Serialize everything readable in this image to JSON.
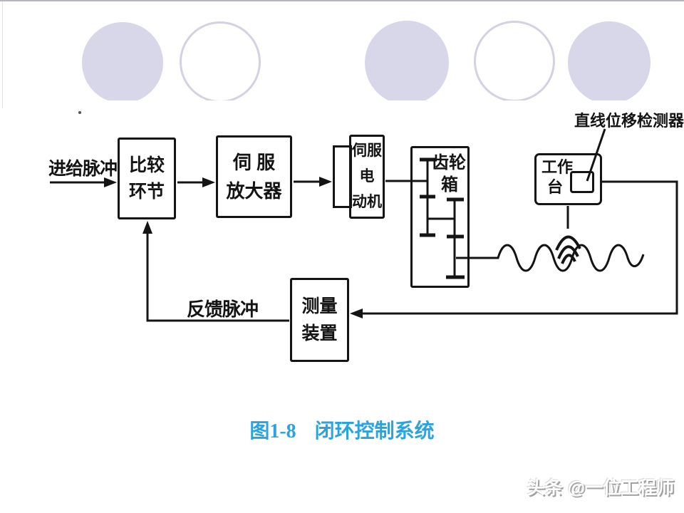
{
  "decor": {
    "circle_fill_color": "#d8d7e9",
    "circle_outline_color": "#d2d2e3",
    "pattern": [
      "filled",
      "outline",
      "filled",
      "outline",
      "filled"
    ]
  },
  "diagram": {
    "line_color": "#141414",
    "labels": {
      "input_pulse": "进给脉冲",
      "feedback_pulse": "反馈脉冲",
      "detector": "直线位移检测器"
    },
    "blocks": {
      "comparison": {
        "lines": [
          "比较",
          "环节"
        ]
      },
      "amplifier": {
        "lines": [
          "伺 服",
          "放大器"
        ]
      },
      "motor": {
        "lines": [
          "伺服",
          "电",
          "动机"
        ]
      },
      "gearbox": {
        "lines": [
          "齿轮",
          "箱"
        ]
      },
      "worktable": {
        "lines": [
          "工作",
          "台"
        ]
      },
      "measurement": {
        "lines": [
          "测量",
          "装置"
        ]
      }
    }
  },
  "caption": {
    "figure_number": "图1-8",
    "title": "闭环控制系统",
    "color": "#2ba3dc"
  },
  "watermark": {
    "text": "头条 @一位工程师"
  }
}
